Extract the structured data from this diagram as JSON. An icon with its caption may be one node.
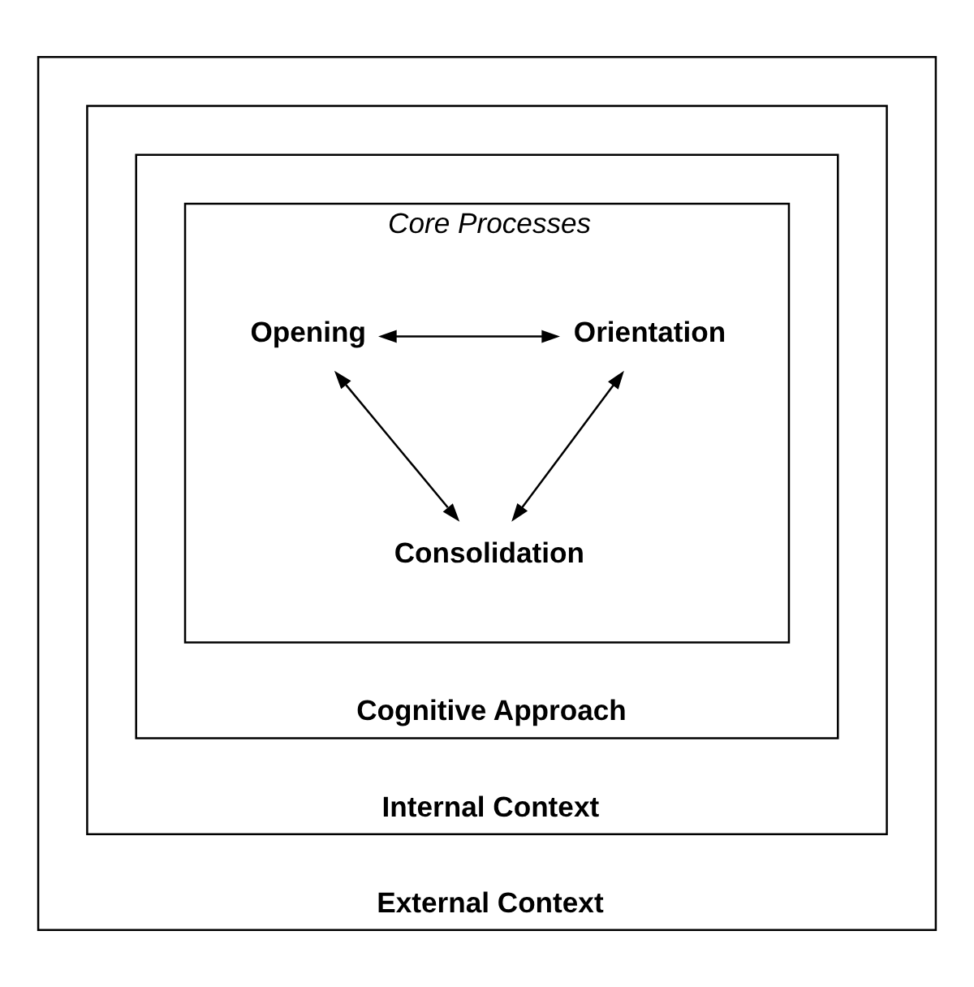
{
  "diagram": {
    "nodes": [
      {
        "text": [
          "External Context"
        ]
      },
      {
        "text": [
          "Internal Context"
        ],
        "in": 0
      },
      {
        "text": [
          "Cognitive Approach"
        ],
        "in": 1
      },
      {
        "text": [
          "Core Processes"
        ],
        "in": 2
      },
      {
        "text": [
          "Opening"
        ],
        "in": 3
      },
      {
        "text": [
          "Orientation"
        ],
        "in": 3
      },
      {
        "text": [
          "Consolidation"
        ],
        "in": 3
      }
    ],
    "edges": [
      {
        "from": 4,
        "to": 5,
        "arrow": "both"
      },
      {
        "from": 4,
        "to": 6,
        "arrow": "both"
      },
      {
        "from": 5,
        "to": 6,
        "arrow": "both"
      }
    ]
  }
}
